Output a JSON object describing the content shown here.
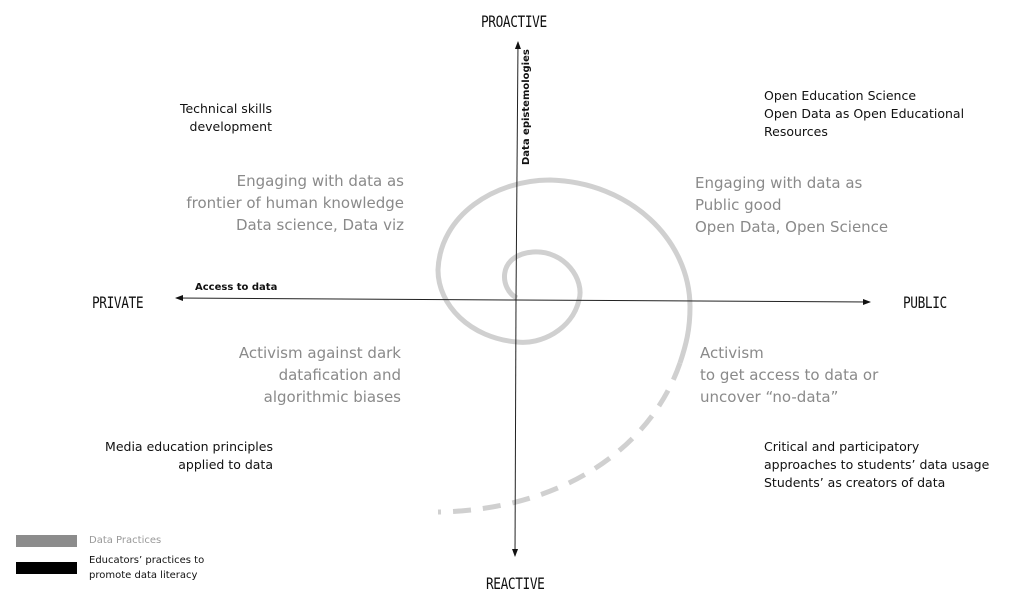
{
  "axes": {
    "top": "PROACTIVE",
    "bottom": "REACTIVE",
    "left": "PRIVATE",
    "right": "PUBLIC",
    "horizontal_label": "Access to data",
    "vertical_label": "Data epistemologies"
  },
  "quadrants": {
    "top_left": {
      "educators": [
        "Technical skills",
        "development"
      ],
      "data_practices": [
        "Engaging with data as",
        "frontier of human knowledge",
        "Data science, Data viz"
      ]
    },
    "top_right": {
      "educators": [
        "Open Education Science",
        "Open Data as Open Educational",
        "Resources"
      ],
      "data_practices": [
        "Engaging with data as",
        "Public good",
        "Open Data, Open Science"
      ]
    },
    "bottom_left": {
      "data_practices": [
        "Activism against dark",
        "datafication and",
        "algorithmic biases"
      ],
      "educators": [
        "Media education principles",
        "applied to data"
      ]
    },
    "bottom_right": {
      "data_practices": [
        "Activism",
        "to get access to data or",
        "uncover “no-data”"
      ],
      "educators": [
        "Critical and participatory",
        "approaches to students’ data usage",
        "Students’ as creators of data"
      ]
    }
  },
  "legend": {
    "items": [
      {
        "label": "Data Practices",
        "color": "#8c8c8c"
      },
      {
        "label": "Educators’ practices to promote data literacy",
        "lines": [
          "Educators’ practices to",
          "promote data literacy"
        ],
        "color": "#000000"
      }
    ]
  },
  "colors": {
    "spiral": "#d0d0d0",
    "gray_text": "#8a8a8a",
    "black_text": "#111111"
  }
}
